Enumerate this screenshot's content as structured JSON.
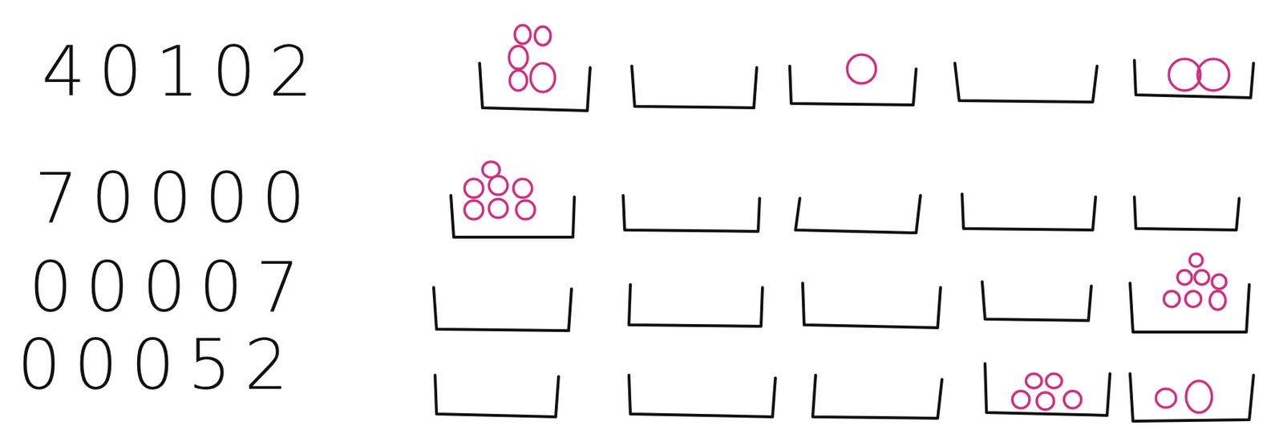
{
  "diagram": {
    "labels": [
      "40102",
      "70000",
      "00007",
      "00052"
    ]
  }
}
